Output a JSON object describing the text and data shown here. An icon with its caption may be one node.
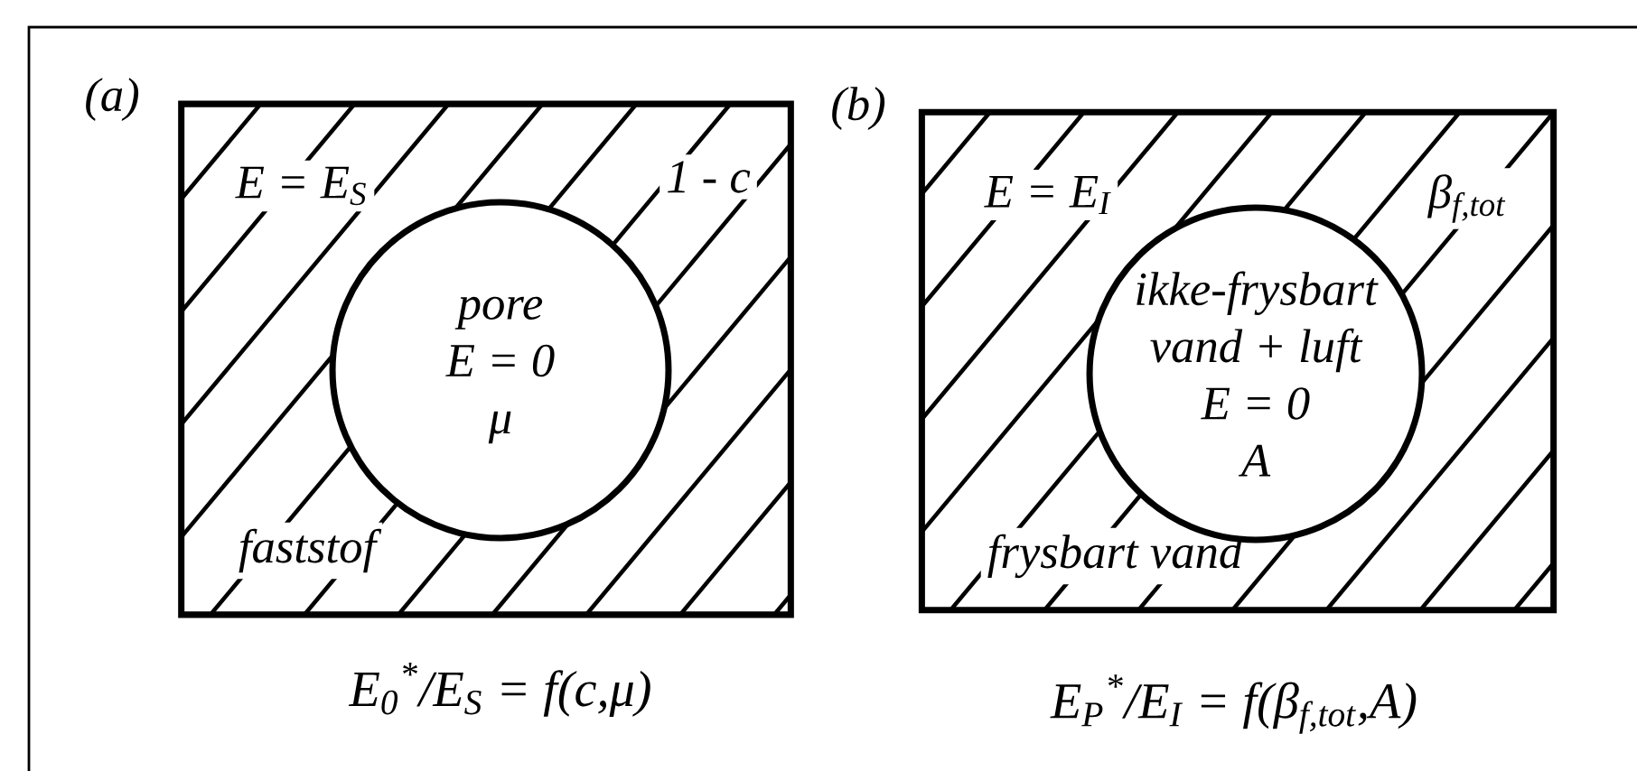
{
  "diagram": {
    "nodes": [
      {
        "text": [
          "(a)",
          "E = E$_{S}$",
          "1 - c",
          "faststof"
        ]
      },
      {
        "text": [
          "pore",
          "E = 0",
          "μ"
        ],
        "in": 0
      },
      {
        "text": [
          "(b)",
          "E = E$_{I}$",
          "β$_{f,tot}$",
          "frysbart vand"
        ]
      },
      {
        "text": [
          "ikke-frysbart",
          "vand + luft",
          "E = 0",
          "A"
        ],
        "in": 2
      }
    ],
    "labels": [
      "E$_{0}$$^{*}$/E$_{S}$ = f(c,μ)",
      "E$_{P}$$^{*}$/E$_{I}$ = f(β$_{f,tot}$,A)"
    ]
  }
}
